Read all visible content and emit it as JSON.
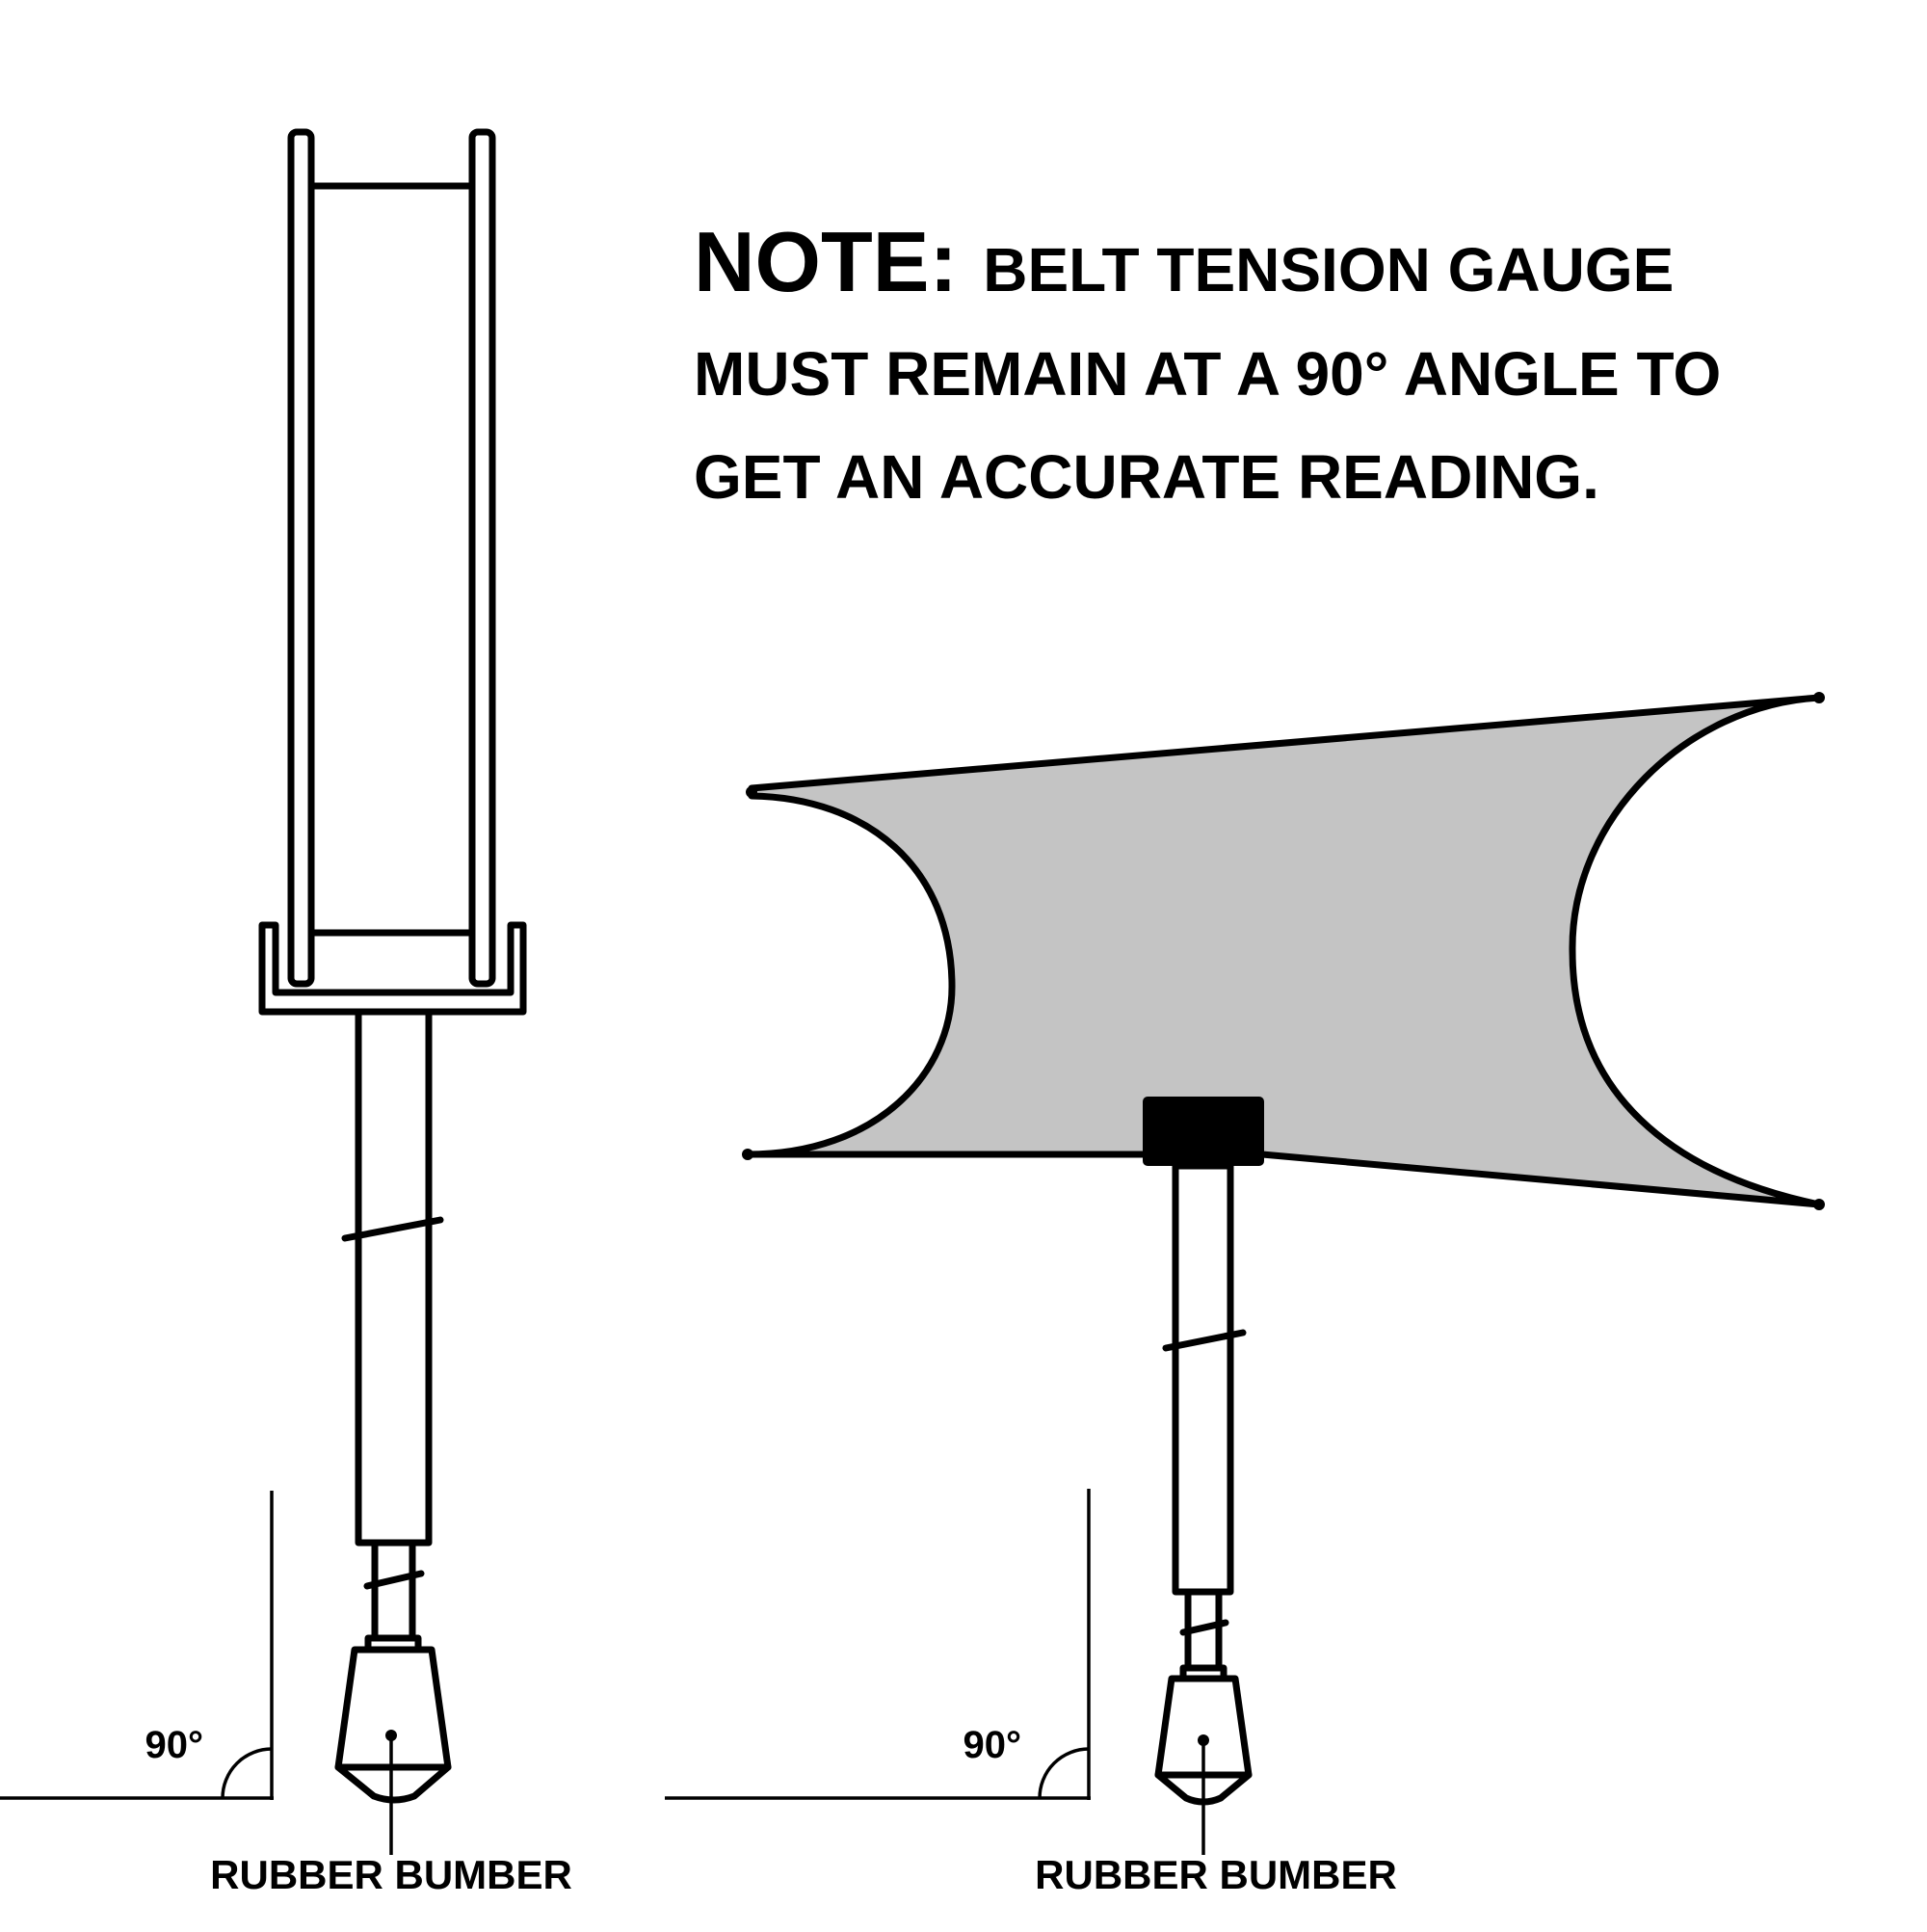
{
  "note": {
    "heading": "NOTE:",
    "line1": "BELT TENSION GAUGE",
    "line2": "MUST REMAIN AT A 90° ANGLE TO",
    "line3": "GET AN ACCURATE READING."
  },
  "left_view": {
    "angle_label": "90°",
    "callout_label": "RUBBER BUMBER"
  },
  "right_view": {
    "angle_label": "90°",
    "callout_label": "RUBBER BUMBER"
  },
  "colors": {
    "belt_fill": "#c4c4c4",
    "line": "#000000",
    "background": "#ffffff"
  }
}
